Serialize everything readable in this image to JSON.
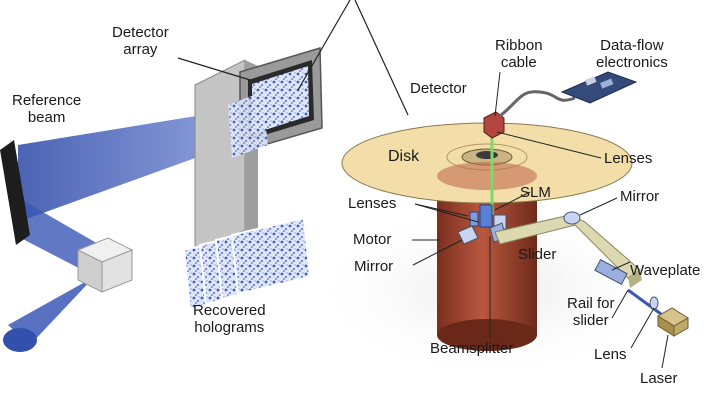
{
  "labels": {
    "detector_array": [
      "Detector",
      "array"
    ],
    "reference_beam": [
      "Reference",
      "beam"
    ],
    "recovered_holograms": [
      "Recovered",
      "holograms"
    ],
    "ribbon_cable": [
      "Ribbon",
      "cable"
    ],
    "data_flow": [
      "Data-flow",
      "electronics"
    ],
    "detector": "Detector",
    "disk": "Disk",
    "lenses_right": "Lenses",
    "slm": "SLM",
    "lenses_left": "Lenses",
    "mirror_right": "Mirror",
    "motor": "Motor",
    "mirror_left": "Mirror",
    "slider": "Slider",
    "waveplate": "Waveplate",
    "rail": [
      "Rail for",
      "slider"
    ],
    "lens": "Lens",
    "beamsplitter": "Beamsplitter",
    "laser": "Laser"
  },
  "colors": {
    "beam": "#3a57b5",
    "disk": "#f3deaa",
    "motor": "#a84a34",
    "slider_rail": "#dcd9b0",
    "detector_frame": "#8d8d8d"
  }
}
